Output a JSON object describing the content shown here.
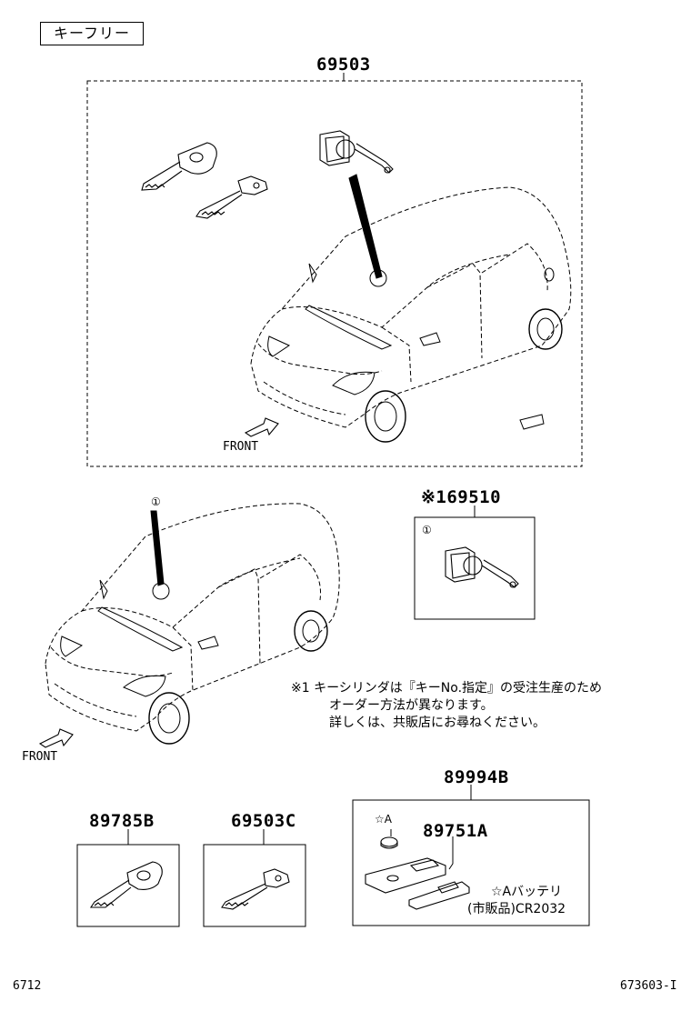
{
  "header": {
    "category_label": "キーフリー"
  },
  "parts": {
    "main_kit": "69503",
    "cylinder": "※169510",
    "remote_kit": "89994B",
    "remote_case": "89751A",
    "key_master": "89785B",
    "key_sub": "69503C"
  },
  "callouts": {
    "circle_1": "①",
    "star_a": "☆A"
  },
  "labels": {
    "front": "FRONT"
  },
  "note": {
    "line1": "※1 キーシリンダは『キーNo.指定』の受注生産のため",
    "line2": "オーダー方法が異なります。",
    "line3": "詳しくは、共販店にお尋ねください。"
  },
  "battery_note": {
    "line1": "☆Aバッテリ",
    "line2": "(市販品)CR2032"
  },
  "footer": {
    "left_code": "6712",
    "right_code": "673603-I"
  }
}
